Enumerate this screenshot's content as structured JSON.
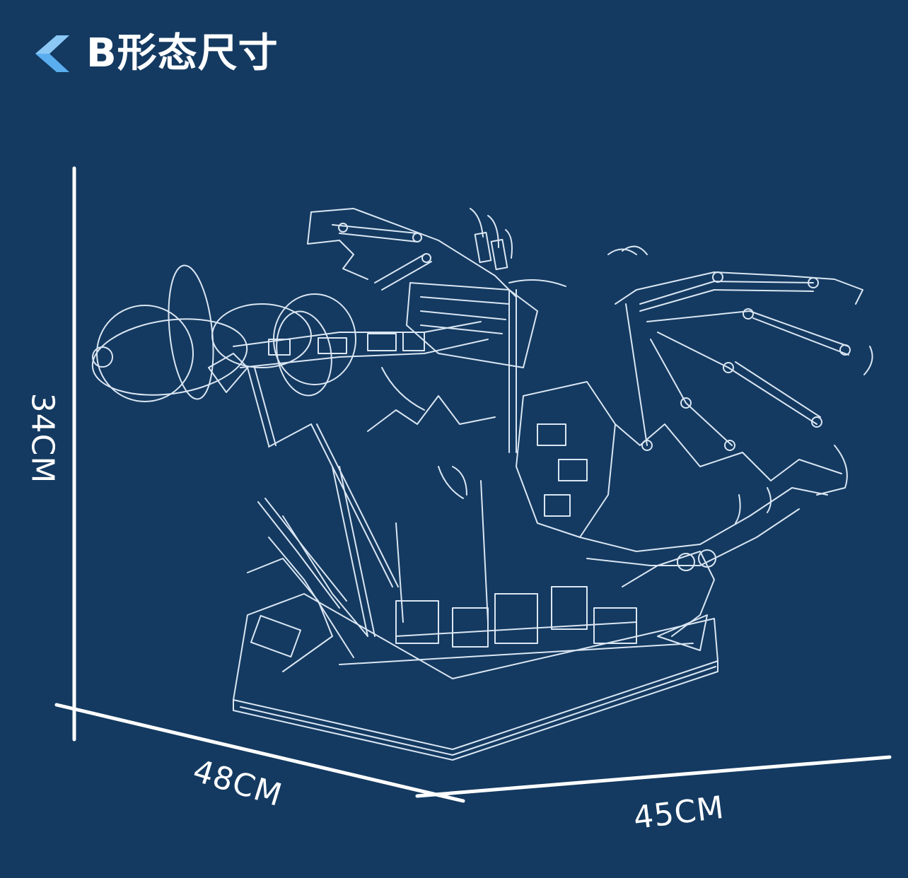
{
  "header": {
    "back_icon": "chevron-left-icon",
    "title": "B形态尺寸"
  },
  "dimensions": {
    "height": "34CM",
    "depth": "48CM",
    "width": "45CM"
  },
  "colors": {
    "background": "#143a61",
    "line": "#ffffff",
    "accent": "#5aaef0"
  },
  "illustration": {
    "subject": "dragon-model-line-drawing"
  }
}
